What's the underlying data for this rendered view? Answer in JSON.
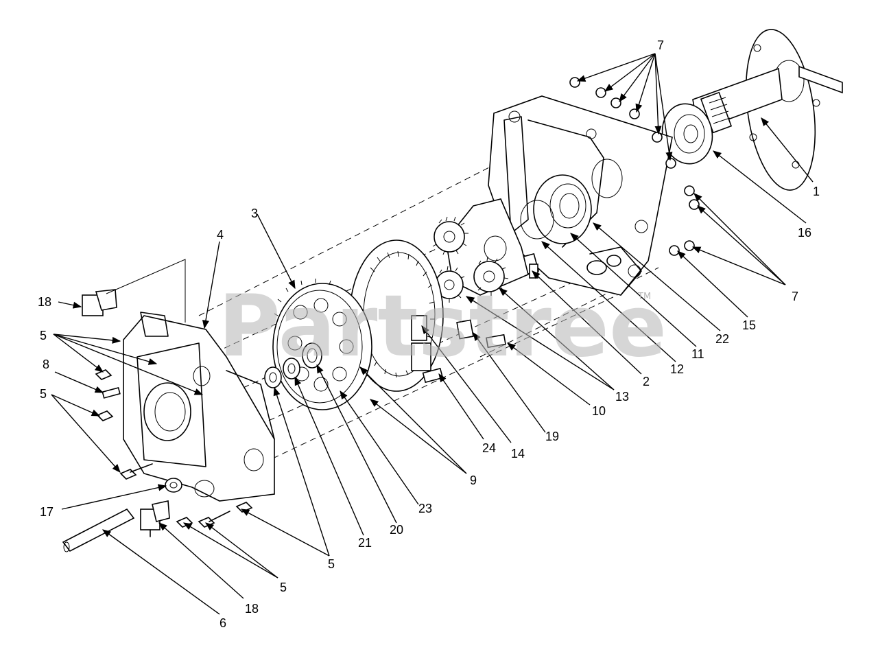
{
  "watermark": {
    "text": "Partstree",
    "tm": "TM"
  },
  "callouts": [
    {
      "id": "c1",
      "label": "1"
    },
    {
      "id": "c2",
      "label": "2"
    },
    {
      "id": "c3",
      "label": "3"
    },
    {
      "id": "c4",
      "label": "4"
    },
    {
      "id": "c5a",
      "label": "5"
    },
    {
      "id": "c5b",
      "label": "5"
    },
    {
      "id": "c5c",
      "label": "5"
    },
    {
      "id": "c5d",
      "label": "5"
    },
    {
      "id": "c6",
      "label": "6"
    },
    {
      "id": "c7a",
      "label": "7"
    },
    {
      "id": "c7b",
      "label": "7"
    },
    {
      "id": "c8",
      "label": "8"
    },
    {
      "id": "c9",
      "label": "9"
    },
    {
      "id": "c10",
      "label": "10"
    },
    {
      "id": "c11",
      "label": "11"
    },
    {
      "id": "c12",
      "label": "12"
    },
    {
      "id": "c13",
      "label": "13"
    },
    {
      "id": "c14",
      "label": "14"
    },
    {
      "id": "c15",
      "label": "15"
    },
    {
      "id": "c16",
      "label": "16"
    },
    {
      "id": "c17",
      "label": "17"
    },
    {
      "id": "c18a",
      "label": "18"
    },
    {
      "id": "c18b",
      "label": "18"
    },
    {
      "id": "c19",
      "label": "19"
    },
    {
      "id": "c20",
      "label": "20"
    },
    {
      "id": "c21",
      "label": "21"
    },
    {
      "id": "c22",
      "label": "22"
    },
    {
      "id": "c23",
      "label": "23"
    },
    {
      "id": "c24",
      "label": "24"
    }
  ]
}
